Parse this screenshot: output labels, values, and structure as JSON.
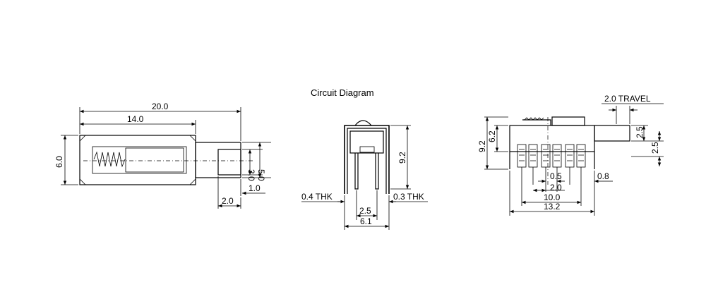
{
  "title": "Circuit Diagram",
  "top_view": {
    "overall_length": "20.0",
    "body_length": "14.0",
    "width": "6.0",
    "actuator_width": "3.0",
    "body_height": "5.0",
    "offset": "1.0",
    "actuator_length": "2.0"
  },
  "front_view": {
    "height": "9.2",
    "left_thk": "0.4 THK",
    "right_thk": "0.3 THK",
    "pin_pitch": "2.5",
    "overall_width": "6.1"
  },
  "side_view": {
    "travel": "2.0 TRAVEL",
    "height_total": "9.2",
    "height_body": "6.2",
    "act_height_1": "2.5",
    "act_height_2": "2.5",
    "pin_width": "0.5",
    "pin_pitch": "2.0",
    "tab_width": "0.8",
    "pin_span": "10.0",
    "overall_length": "13.2"
  }
}
